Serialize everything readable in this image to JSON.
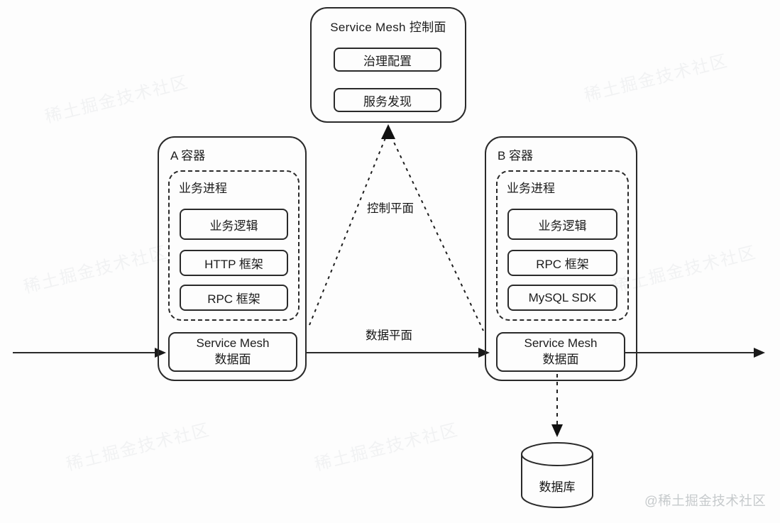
{
  "diagram": {
    "control_plane_box": {
      "title": "Service Mesh 控制面",
      "items": [
        {
          "label": "治理配置"
        },
        {
          "label": "服务发现"
        }
      ]
    },
    "container_a": {
      "title": "A 容器",
      "process_group": {
        "title": "业务进程",
        "items": [
          {
            "label": "业务逻辑"
          },
          {
            "label": "HTTP 框架"
          },
          {
            "label": "RPC 框架"
          }
        ]
      },
      "mesh_box": {
        "line1": "Service Mesh",
        "line2": "数据面"
      }
    },
    "container_b": {
      "title": "B 容器",
      "process_group": {
        "title": "业务进程",
        "items": [
          {
            "label": "业务逻辑"
          },
          {
            "label": "RPC 框架"
          },
          {
            "label": "MySQL SDK"
          }
        ]
      },
      "mesh_box": {
        "line1": "Service Mesh",
        "line2": "数据面"
      }
    },
    "flow_labels": {
      "control_plane": "控制平面",
      "data_plane": "数据平面"
    },
    "database": {
      "label": "数据库"
    },
    "watermark": "@稀土掘金技术社区",
    "watermark_faint": "稀土掘金技术社区",
    "colors": {
      "line": "#2a2a2a",
      "background": "#fdfdfd",
      "watermark": "#c6cacc"
    }
  }
}
